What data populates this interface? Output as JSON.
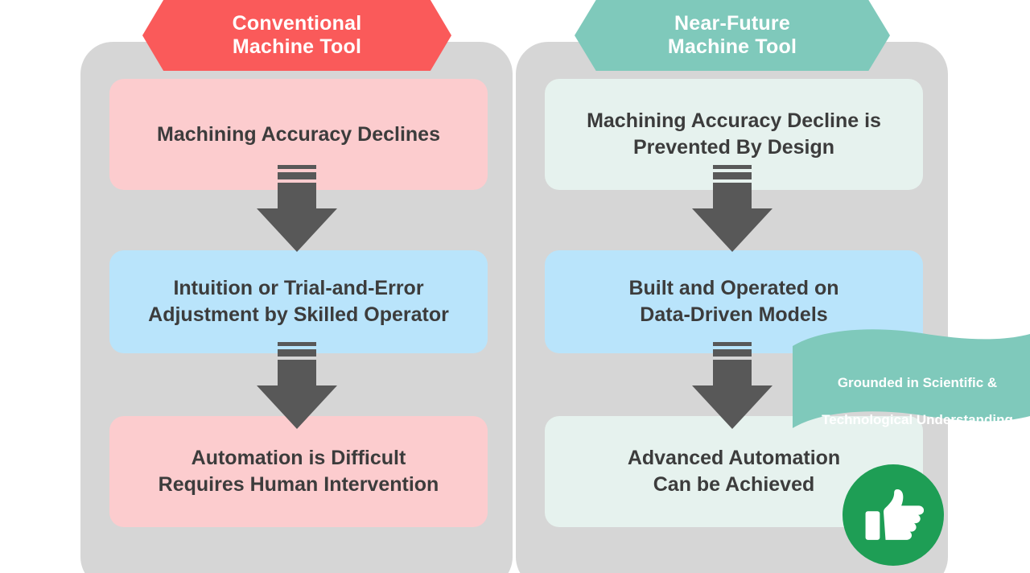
{
  "colors": {
    "background": "#ffffff",
    "panel": "#d6d6d6",
    "conventional_accent": "#fa5a5a",
    "near_future_accent": "#7fc9bb",
    "box_pink": "#fcccce",
    "box_blue": "#b9e4fb",
    "box_mint": "#e6f2ee",
    "arrow": "#585858",
    "text_dark": "#3c3c3c",
    "thumb_green": "#1e9e55",
    "ribbon": "#7fc9bb"
  },
  "columns": [
    {
      "id": "conventional",
      "banner": "Conventional\nMachine Tool",
      "banner_line1": "Conventional",
      "banner_line2": "Machine Tool",
      "steps": [
        {
          "id": "machining-accuracy-declines",
          "line1": "Machining Accuracy Declines",
          "line2": "",
          "tone": "pink"
        },
        {
          "id": "intuition-trial-and-error",
          "line1": "Intuition or Trial-and-Error",
          "line2": "Adjustment by Skilled Operator",
          "tone": "blue"
        },
        {
          "id": "automation-is-difficult",
          "line1": "Automation is Difficult",
          "line2": "Requires Human Intervention",
          "tone": "pink"
        }
      ]
    },
    {
      "id": "near-future",
      "banner": "Near-Future\nMachine Tool",
      "banner_line1": "Near-Future",
      "banner_line2": "Machine Tool",
      "steps": [
        {
          "id": "accuracy-decline-prevented",
          "line1": "Machining Accuracy Decline is",
          "line2": "Prevented By Design",
          "tone": "mint"
        },
        {
          "id": "data-driven-models",
          "line1": "Built and Operated on",
          "line2": "Data-Driven Models",
          "tone": "blue"
        },
        {
          "id": "advanced-automation",
          "line1": "Advanced Automation",
          "line2": "Can be Achieved",
          "tone": "mint"
        }
      ]
    }
  ],
  "ribbon": {
    "text": "Grounded in Scientific &\nTechnological Understanding",
    "line1": "Grounded in Scientific &",
    "line2": "Technological Understanding"
  },
  "badge": {
    "icon": "thumbs-up-icon"
  },
  "arrows": {
    "icon": "down-arrow-icon",
    "count": 4
  }
}
